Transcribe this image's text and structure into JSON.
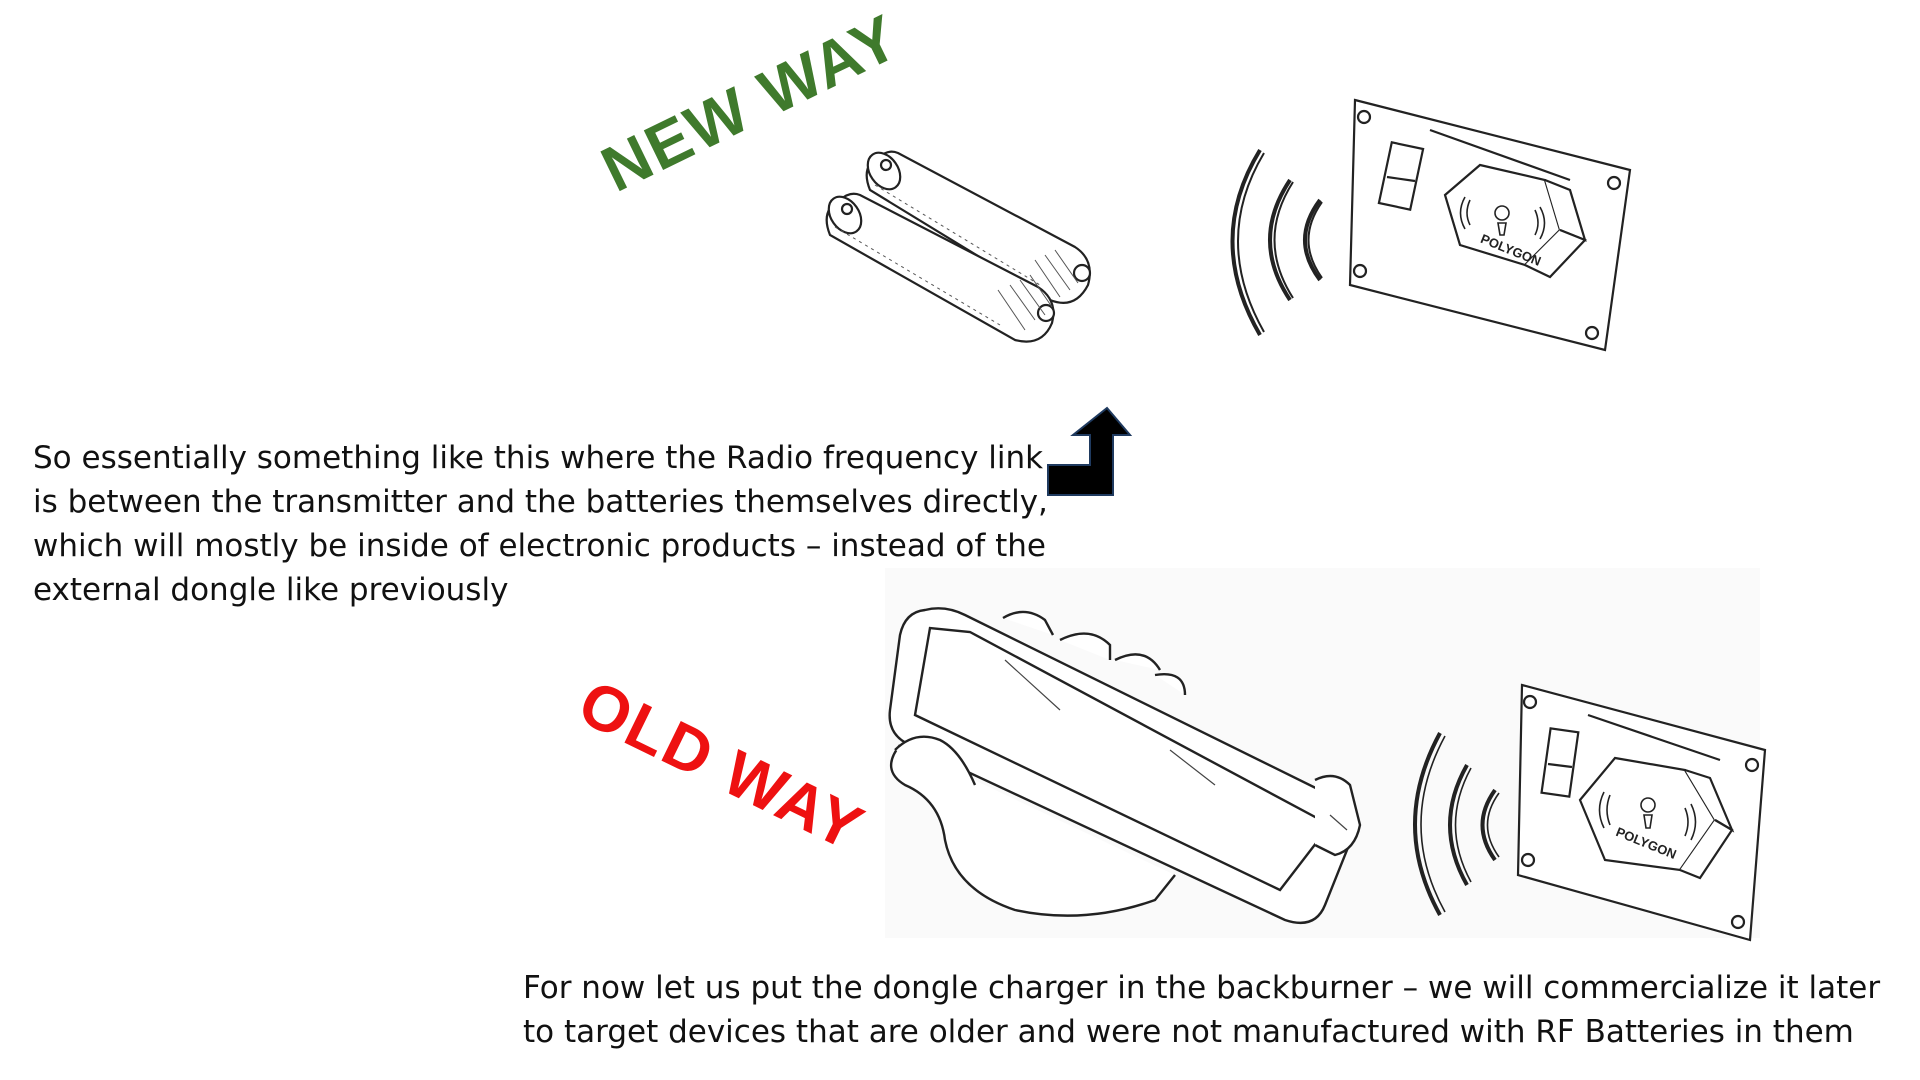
{
  "labels": {
    "new_way": "NEW WAY",
    "old_way": "OLD WAY"
  },
  "captions": {
    "left": "So essentially something like this where the Radio frequency link is between the transmitter and the batteries themselves directly, which will mostly be inside of electronic products – instead of the external dongle like previously",
    "bottom": "For now let us put the dongle charger in the backburner  – we will commercialize it later to target devices that are older and were not manufactured with RF Batteries in them"
  },
  "device": {
    "brand_text": "POLYGON"
  },
  "colors": {
    "new_way": "#3f7a2c",
    "old_way": "#ee1111",
    "arrow": "#000000",
    "arrow_outline": "#1f3a5f"
  }
}
